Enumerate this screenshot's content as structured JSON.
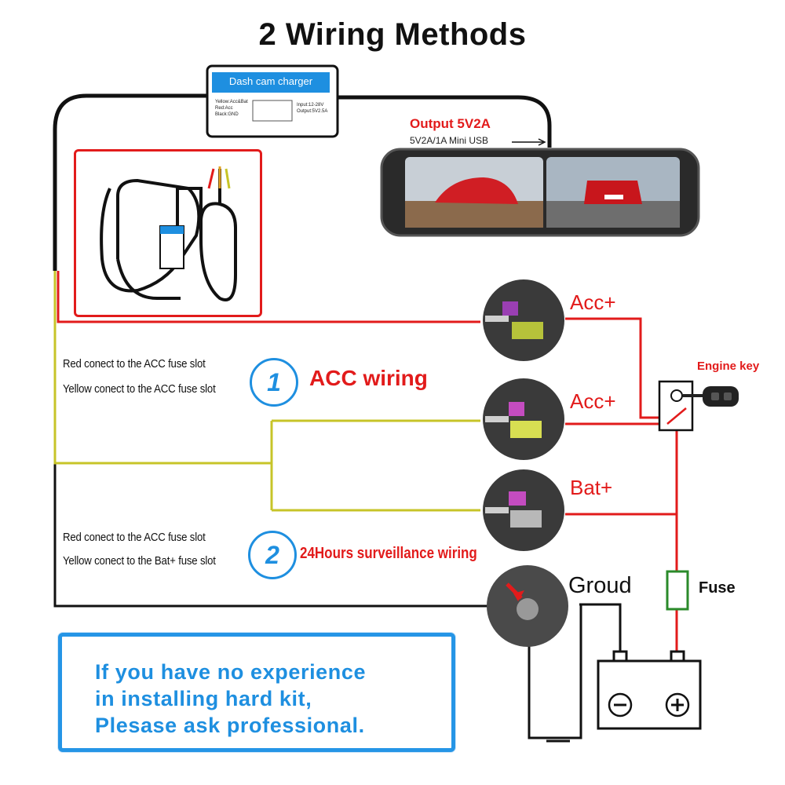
{
  "title": "2 Wiring Methods",
  "charger": {
    "label": "Dash cam charger",
    "legend": [
      "Yellow:Acc&Bat",
      "Red:Acc",
      "Black:GND"
    ],
    "spec": [
      "Input:12-28V",
      "Output:5V2.5A"
    ]
  },
  "output": {
    "main": "Output 5V2A",
    "sub": "5V2A/1A Mini USB"
  },
  "fuse_slots": [
    {
      "label": "Acc+"
    },
    {
      "label": "Acc+"
    },
    {
      "label": "Bat+"
    }
  ],
  "method1": {
    "number": "1",
    "name": "ACC wiring",
    "lines": [
      "Red conect to the ACC fuse slot",
      "Yellow conect to the ACC fuse slot"
    ]
  },
  "method2": {
    "number": "2",
    "name": "24Hours surveillance wiring",
    "lines": [
      "Red conect to the ACC fuse slot",
      "Yellow conect to the Bat+ fuse slot"
    ]
  },
  "engine_key_label": "Engine key",
  "ground_label": "Groud",
  "fuse_label": "Fuse",
  "battery": {
    "minus": "−",
    "plus": "+"
  },
  "notice": {
    "lines": [
      "If you have no experience",
      "in installing hard kit,",
      "Plesase ask professional."
    ]
  },
  "colors": {
    "red_wire": "#e21b1b",
    "yellow_wire": "#c7c428",
    "black_wire": "#111111",
    "accent_blue": "#1e8fe0"
  }
}
